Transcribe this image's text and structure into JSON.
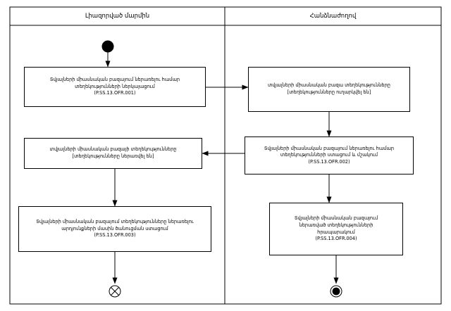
{
  "diagram": {
    "type": "activity-diagram",
    "swimlanes": [
      {
        "id": "lane-left",
        "title": "Լիազորված մարմին"
      },
      {
        "id": "lane-right",
        "title": "Հանձնաժողով"
      }
    ],
    "nodes": [
      {
        "id": "node-ofr-001",
        "lane": "lane-left",
        "shape": "activity",
        "text": "Տվյալների միասնական բազայում ներառելու համար\nտեղեկությունների ներկայացում\n(P.SS.13.OFR.001)"
      },
      {
        "id": "node-ofr-001-received",
        "lane": "lane-right",
        "shape": "activity",
        "text": "տվյալների միասնական բազա տեղեկությունները\n[տեղեկությունները ուղարկվել են]"
      },
      {
        "id": "node-ofr-002",
        "lane": "lane-right",
        "shape": "activity",
        "text": "Տվյալների միասնական բազայում ներառելու համար\nտեղեկությունների ստացում և մշակում\n(P.SS.13.OFR.002)"
      },
      {
        "id": "node-ofr-002-entered",
        "lane": "lane-left",
        "shape": "activity",
        "text": "տվյալների միասնական բազայի տեղեկությունները\n[տեղեկությունները ներառվել են]"
      },
      {
        "id": "node-ofr-003",
        "lane": "lane-left",
        "shape": "activity",
        "text": "Տվյալների միասնական բազայում տեղեկությունները ներառելու\nարդյունքների մասին ծանուցման ստացում\n(P.SS.13.OFR.003)"
      },
      {
        "id": "node-ofr-004",
        "lane": "lane-right",
        "shape": "activity",
        "text": "Տվյալների միասնական բազայում\nներառված տեղեկությունների\nհրապարակում\n(P.SS.13.OFR.004)"
      }
    ],
    "markers": [
      {
        "id": "initial-node",
        "lane": "lane-right",
        "kind": "filled-circle"
      },
      {
        "id": "flow-final-node",
        "lane": "lane-left",
        "kind": "circle-cross"
      },
      {
        "id": "activity-final-node",
        "lane": "lane-right",
        "kind": "bullseye"
      }
    ],
    "colors": {
      "stroke": "#000000",
      "background": "#ffffff",
      "node_fill": "#ffffff"
    }
  }
}
